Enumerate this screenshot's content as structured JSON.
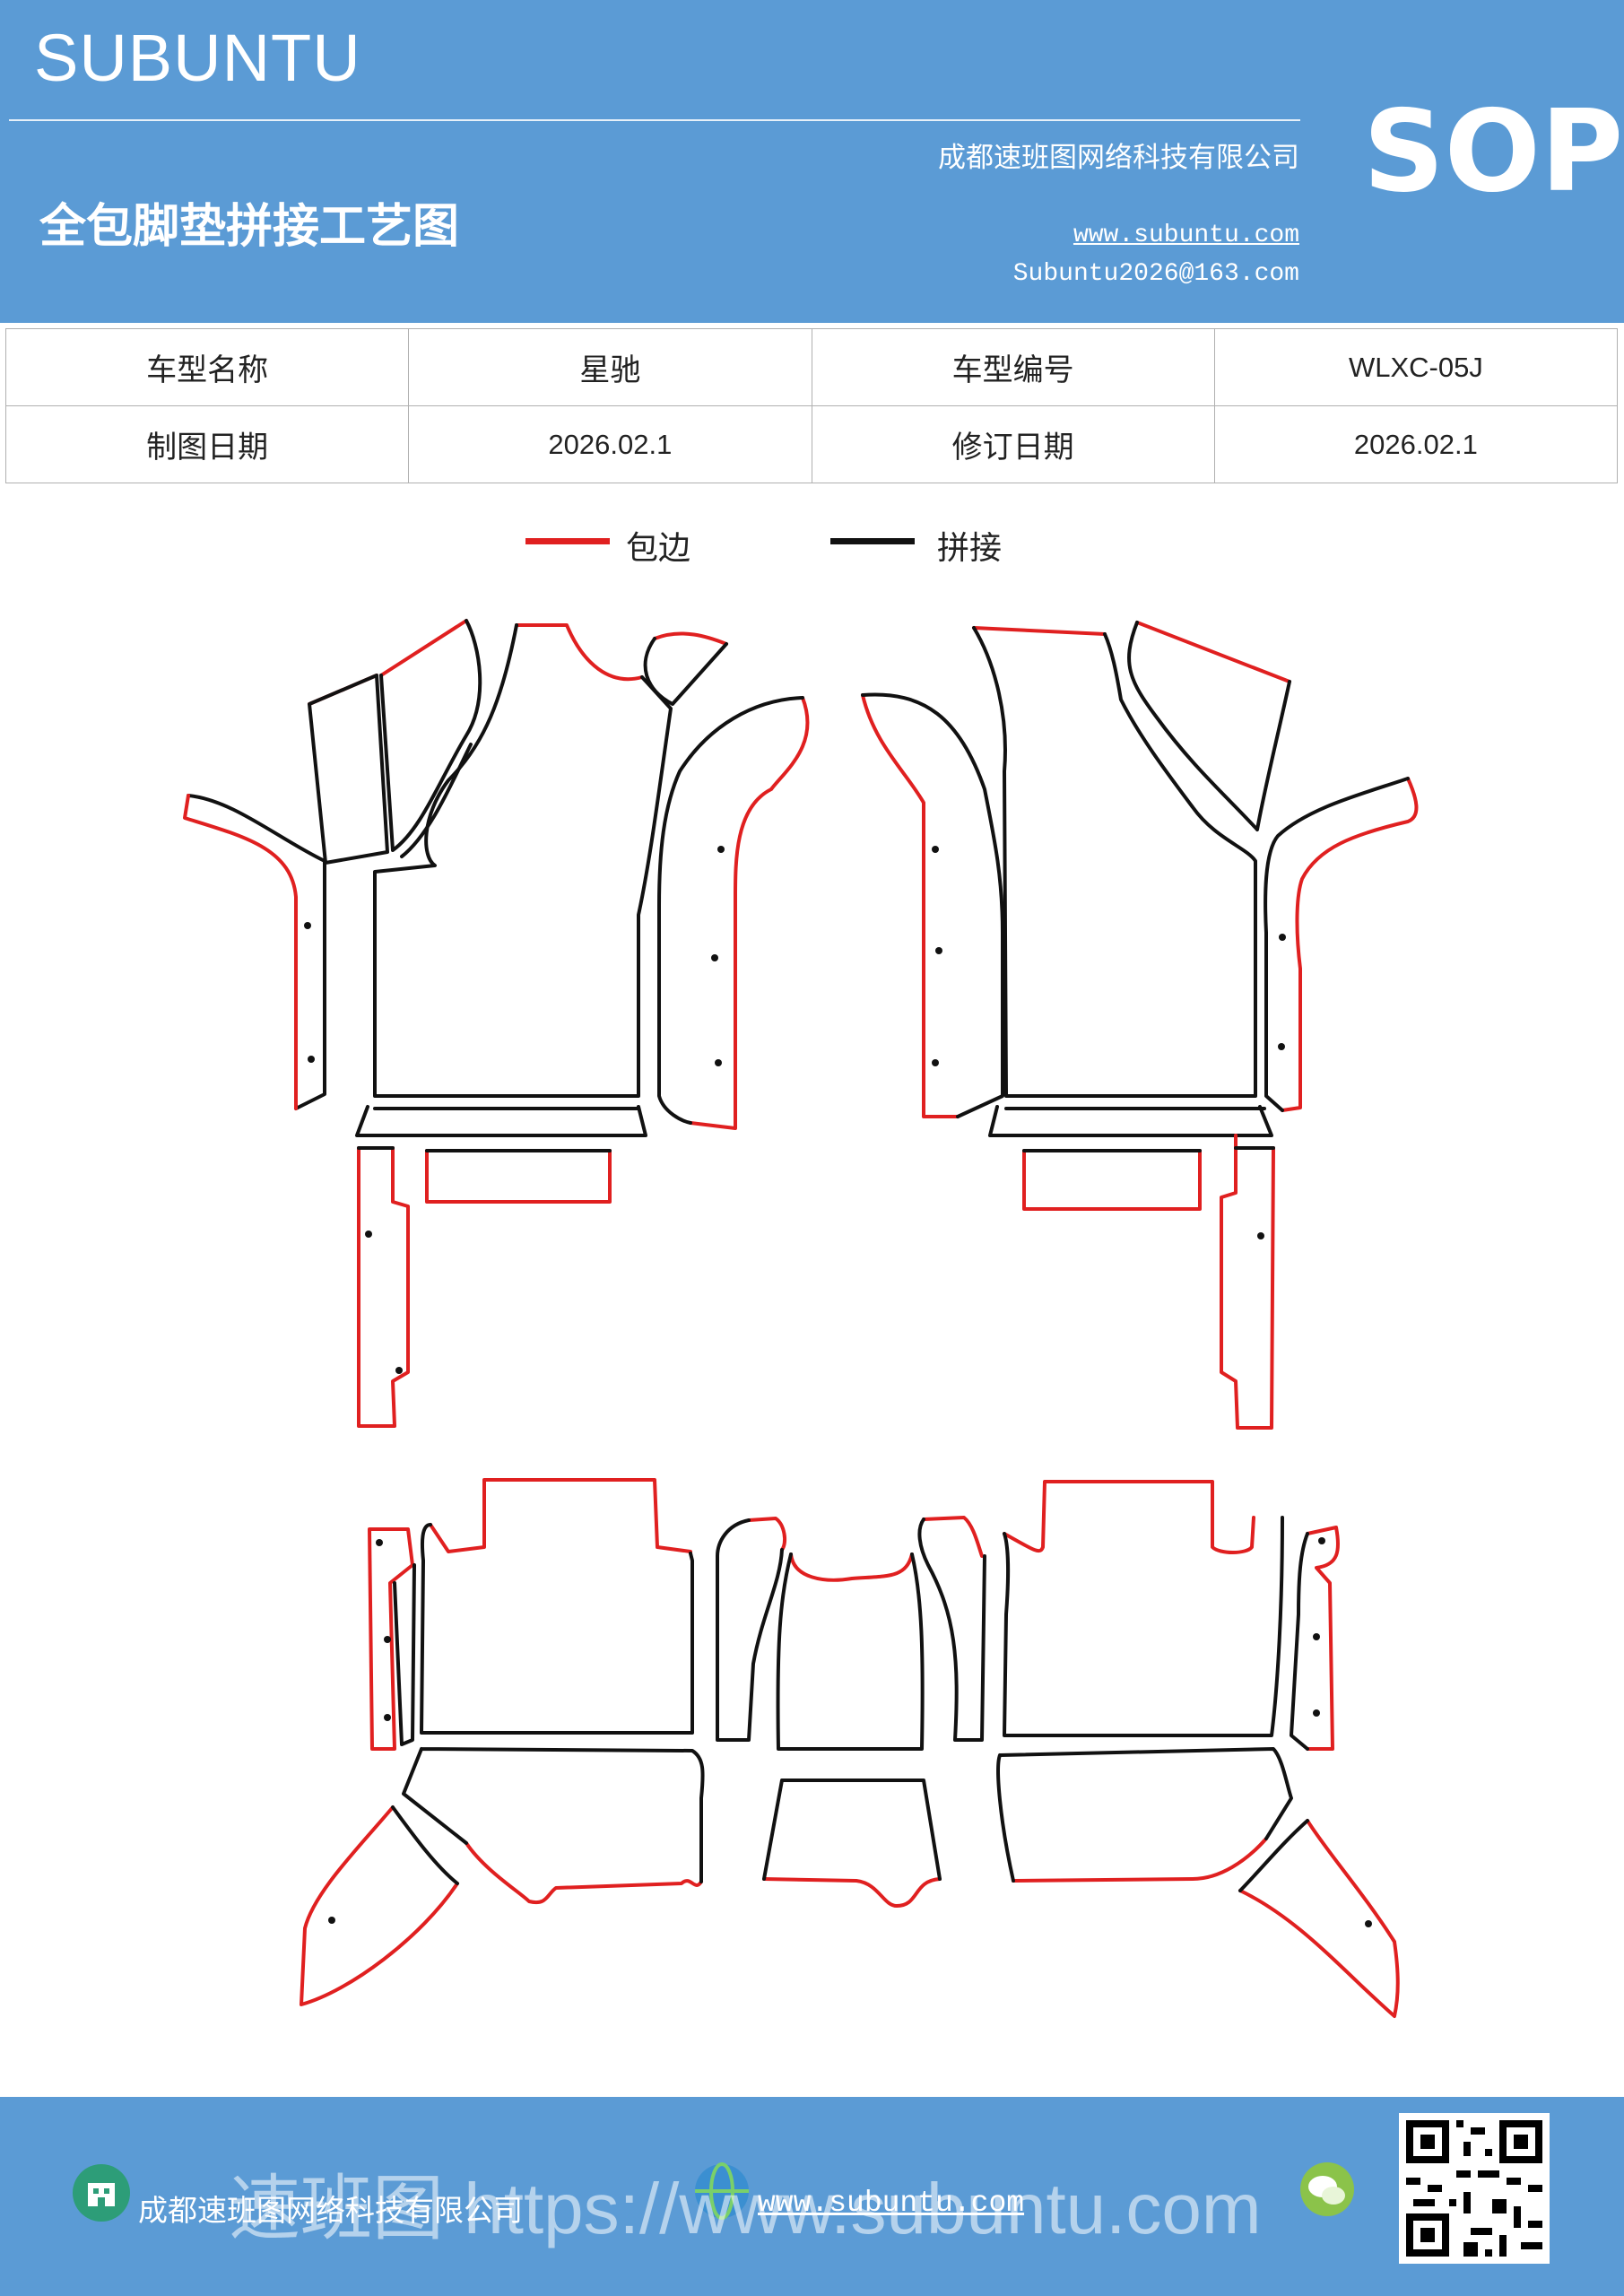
{
  "header": {
    "brand": "SUBUNTU",
    "doc_title": "全包脚垫拼接工艺图",
    "company": "成都速班图网络科技有限公司",
    "website": "www.subuntu.com",
    "email": "Subuntu2026@163.com",
    "badge": "SOP"
  },
  "info_table": {
    "rows": [
      {
        "l1": "车型名称",
        "v1": "星驰",
        "l2": "车型编号",
        "v2": "WLXC-05J"
      },
      {
        "l1": "制图日期",
        "v1": "2026.02.1",
        "l2": "修订日期",
        "v2": "2026.02.1"
      }
    ]
  },
  "legend": {
    "items": [
      {
        "label": "包边",
        "color": "#e02020"
      },
      {
        "label": "拼接",
        "color": "#111111"
      }
    ]
  },
  "footer": {
    "company": "成都速班图网络科技有限公司",
    "url": "www.subuntu.com",
    "overlay": "速班图 https://www.subuntu.com"
  },
  "colors": {
    "header_bg": "#5b9bd5",
    "edge_binding": "#e02020",
    "splice": "#111111"
  },
  "icons": [
    "building-icon",
    "globe-icon",
    "wechat-icon",
    "qr-code"
  ]
}
